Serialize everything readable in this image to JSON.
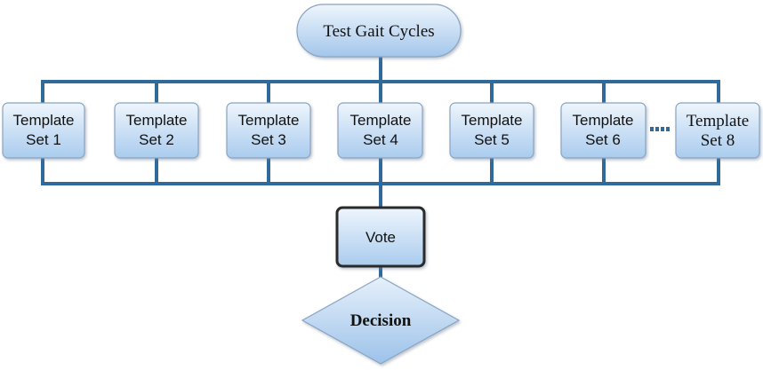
{
  "colors": {
    "line": "#2f6a9a",
    "fill_light": "#dceaf8",
    "fill_dark": "#9cc3ea",
    "border": "#8aa4c0",
    "vote_border": "#2b2b2b",
    "dots": "#2f6a9a"
  },
  "top_node": {
    "label": "Test Gait Cycles"
  },
  "template_sets": [
    {
      "line1": "Template",
      "line2": "Set 1"
    },
    {
      "line1": "Template",
      "line2": "Set 2"
    },
    {
      "line1": "Template",
      "line2": "Set 3"
    },
    {
      "line1": "Template",
      "line2": "Set 4"
    },
    {
      "line1": "Template",
      "line2": "Set 5"
    },
    {
      "line1": "Template",
      "line2": "Set 6"
    },
    {
      "line1": "Template",
      "line2": "Set 8"
    }
  ],
  "vote_node": {
    "label": "Vote"
  },
  "decision_node": {
    "label": "Decision"
  }
}
